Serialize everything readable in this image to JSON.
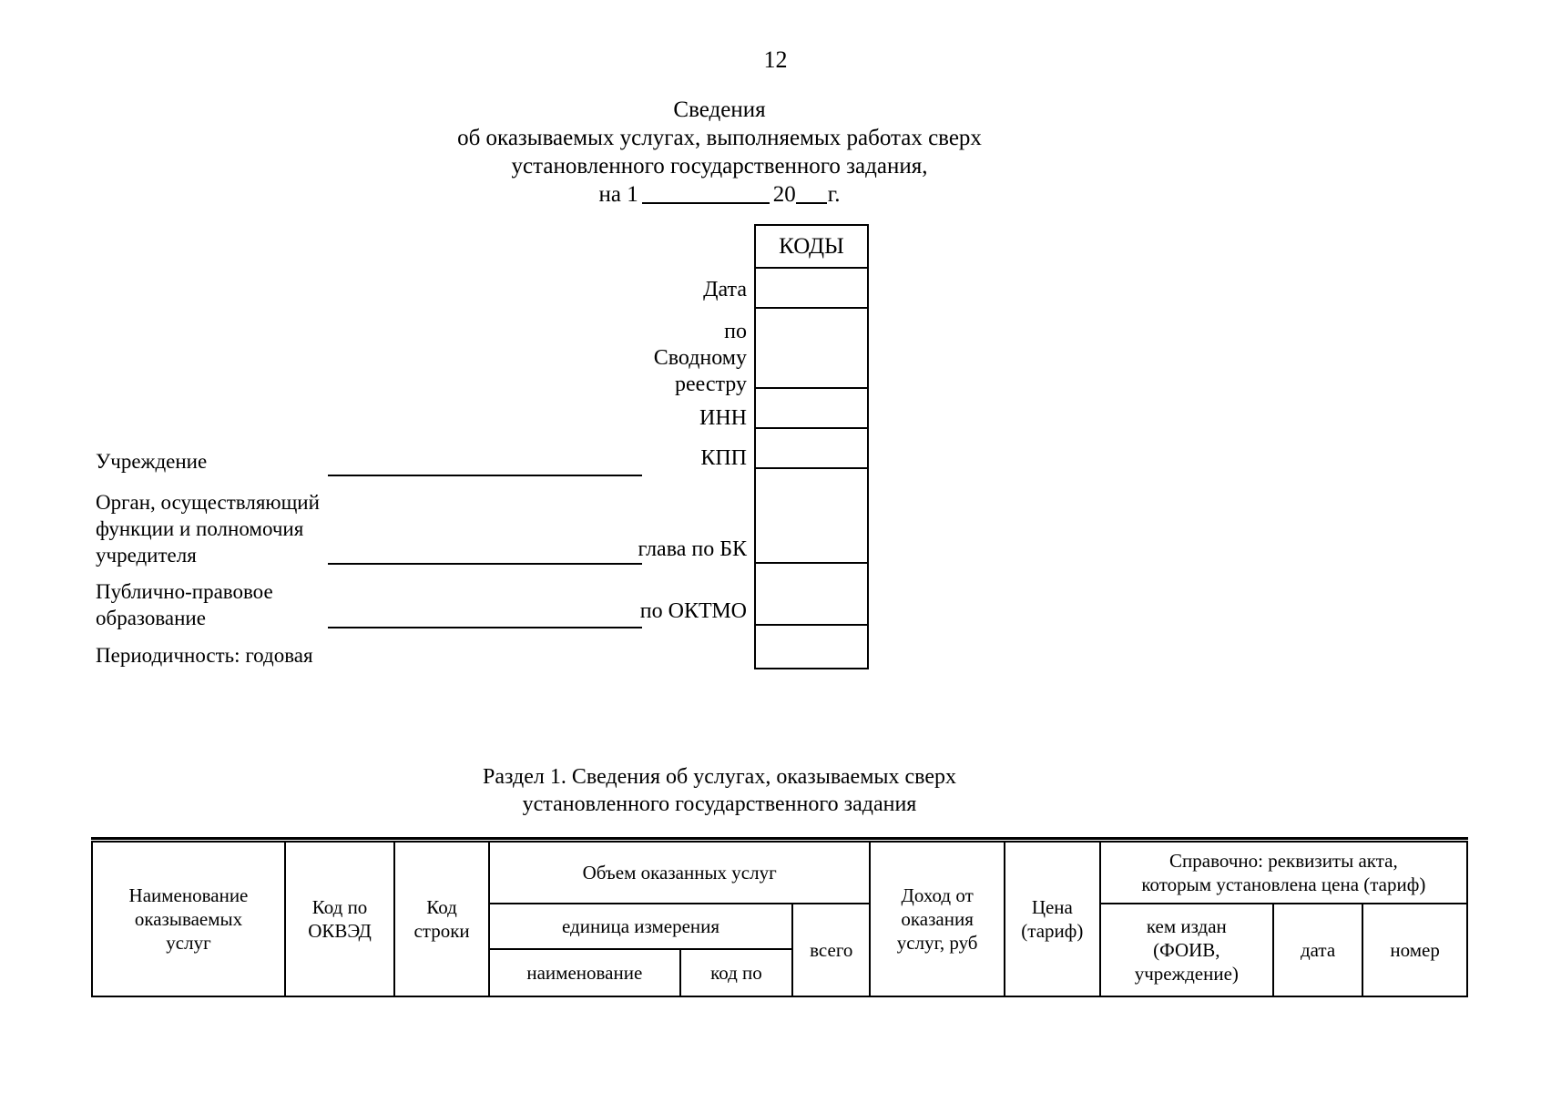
{
  "page": {
    "number": "12"
  },
  "title": {
    "line1": "Сведения",
    "line2": "об оказываемых услугах, выполняемых работах сверх",
    "line3": "установленного государственного задания,",
    "line4_prefix": "на 1",
    "line4_year": "20",
    "line4_suffix": "г."
  },
  "codes": {
    "header": "КОДЫ",
    "rows": [
      {
        "label": "Дата",
        "value": ""
      },
      {
        "label": "по\nСводному\nреестру",
        "label_l1": "по",
        "label_l2": "Сводному",
        "label_l3": "реестру",
        "value": ""
      },
      {
        "label": "ИНН",
        "value": ""
      },
      {
        "label": "КПП",
        "value": ""
      },
      {
        "label": "глава по БК",
        "value": ""
      },
      {
        "label": "по ОКТМО",
        "value": ""
      },
      {
        "label": "",
        "value": ""
      }
    ]
  },
  "org_block": {
    "institution_label": "Учреждение",
    "founder_label_l1": "Орган, осуществляющий",
    "founder_label_l2": "функции и полномочия",
    "founder_label_l3": "учредителя",
    "public_entity_label_l1": "Публично-правовое",
    "public_entity_label_l2": "образование",
    "periodicity_label": "Периодичность: годовая"
  },
  "section": {
    "heading_l1": "Раздел 1. Сведения об услугах, оказываемых сверх",
    "heading_l2": "установленного государственного задания"
  },
  "main_table": {
    "headers": {
      "service_name_l1": "Наименование",
      "service_name_l2": "оказываемых",
      "service_name_l3": "услуг",
      "okved_l1": "Код по",
      "okved_l2": "ОКВЭД",
      "row_code_l1": "Код",
      "row_code_l2": "строки",
      "volume": "Объем оказанных услуг",
      "unit_of_measure": "единица измерения",
      "unit_name": "наименование",
      "unit_code": "код по",
      "total": "всего",
      "income_l1": "Доход от",
      "income_l2": "оказания",
      "income_l3": "услуг, руб",
      "price_l1": "Цена",
      "price_l2": "(тариф)",
      "reference_l1": "Справочно: реквизиты акта,",
      "reference_l2": "которым установлена цена (тариф)",
      "issuer_l1": "кем издан",
      "issuer_l2": "(ФОИВ,",
      "issuer_l3": "учреждение)",
      "date": "дата",
      "number": "номер"
    }
  }
}
